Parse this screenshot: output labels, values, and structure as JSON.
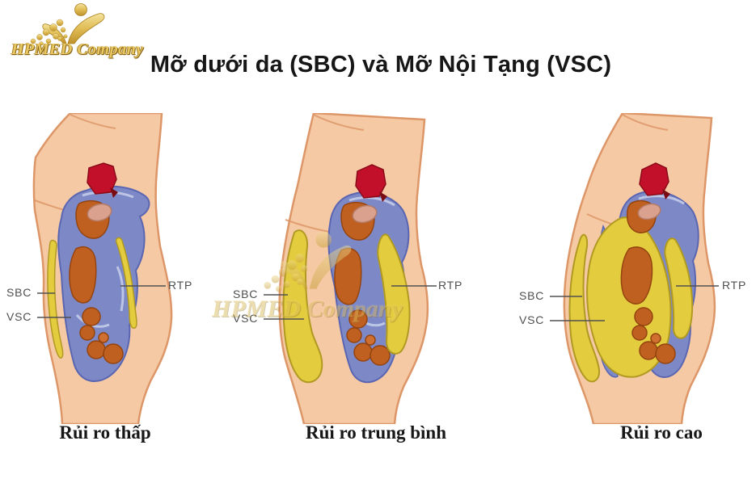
{
  "title": "Mỡ dưới da (SBC) và Mỡ Nội Tạng (VSC)",
  "logo": {
    "company": "HPMED Company",
    "icon": "hpmed-person-dots-logo"
  },
  "watermark": {
    "company": "HPMED Company",
    "icon": "hpmed-person-dots-logo"
  },
  "panels": [
    {
      "risk_level": "low",
      "caption": "Rủi ro thấp",
      "labels": {
        "sbc": "SBC",
        "vsc": "VSC",
        "rtp": "RTP"
      }
    },
    {
      "risk_level": "medium",
      "caption": "Rủi ro trung bình",
      "labels": {
        "sbc": "SBC",
        "vsc": "VSC",
        "rtp": "RTP"
      }
    },
    {
      "risk_level": "high",
      "caption": "Rủi ro cao",
      "labels": {
        "sbc": "SBC",
        "vsc": "VSC",
        "rtp": "RTP"
      }
    }
  ],
  "colors": {
    "background": "#ffffff",
    "skin": "#f5c9a4",
    "skin_outline": "#dd9668",
    "fat_yellow": "#e4cc3f",
    "fat_outline": "#b09a22",
    "muscle_blue": "#7d88c6",
    "muscle_blue_outline": "#5a66b2",
    "organ_orange": "#c06020",
    "organ_outline": "#94440f",
    "heart_red": "#c3102a",
    "stomach_pink": "#d9a18e",
    "label_gray": "#4f4f4f",
    "logo_gold": "#e7c763",
    "title_black": "#161616"
  }
}
